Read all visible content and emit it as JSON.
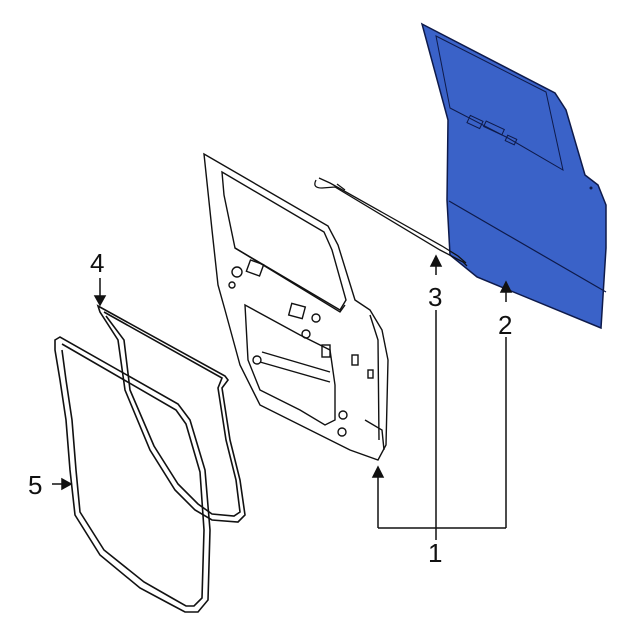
{
  "diagram": {
    "type": "exploded-parts-diagram",
    "subject": "rear door assembly",
    "highlight_color": "#3a62c8",
    "line_color": "#111111",
    "callouts": [
      {
        "id": "1",
        "label": "1"
      },
      {
        "id": "2",
        "label": "2"
      },
      {
        "id": "3",
        "label": "3"
      },
      {
        "id": "4",
        "label": "4"
      },
      {
        "id": "5",
        "label": "5"
      }
    ],
    "parts": [
      {
        "callout": "1",
        "name": "door shell assembly (bracket grouping parts 2 and door frame)"
      },
      {
        "callout": "2",
        "name": "outer door panel (highlighted blue)"
      },
      {
        "callout": "3",
        "name": "belt weatherstrip"
      },
      {
        "callout": "4",
        "name": "door weatherstrip seal (inner)"
      },
      {
        "callout": "5",
        "name": "door weatherstrip seal (outer)"
      }
    ]
  }
}
